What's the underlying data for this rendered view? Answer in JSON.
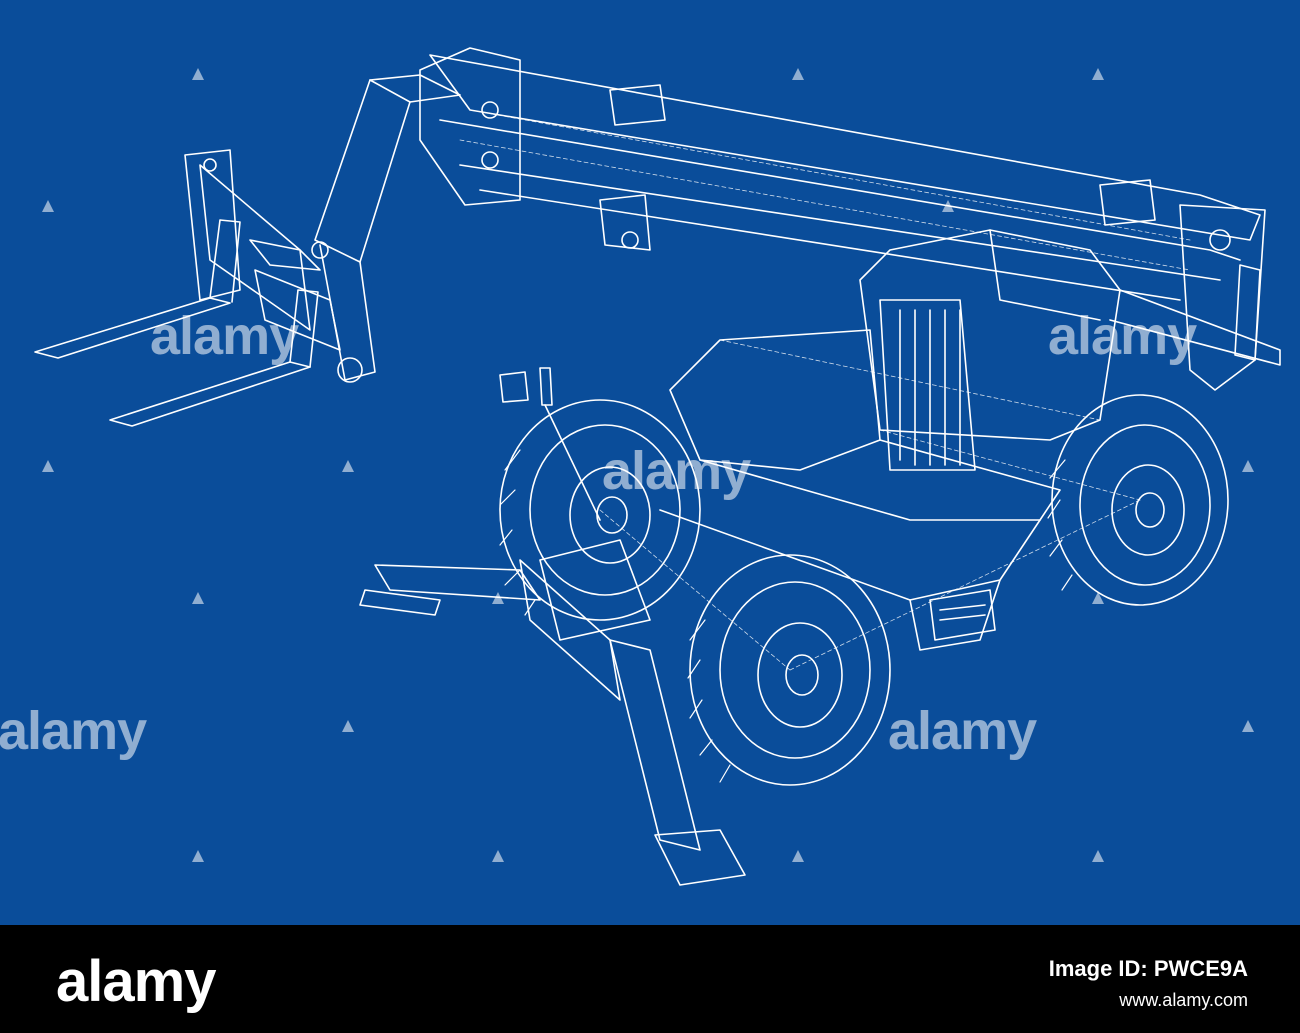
{
  "image": {
    "subject": "telescopic-handler-wireframe",
    "background_color": "#0a4d9a",
    "line_color": "#ffffff"
  },
  "watermark": {
    "text": "alamy"
  },
  "footer": {
    "logo_text": "alamy",
    "image_id": "Image ID: PWCE9A",
    "url": "www.alamy.com"
  }
}
